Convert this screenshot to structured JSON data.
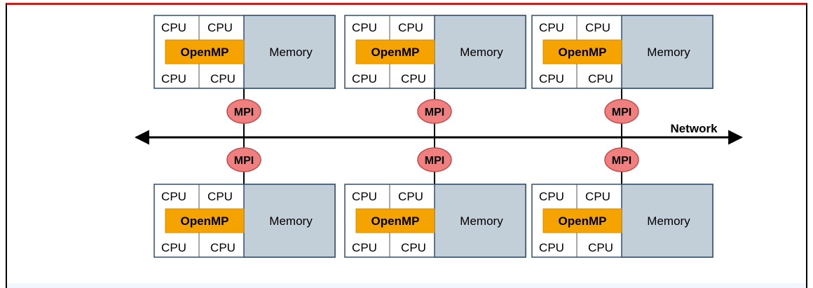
{
  "colors": {
    "openmp_fill": "#f5a300",
    "openmp_stroke": "#d48c00",
    "memory_fill": "#c2ced8",
    "node_stroke": "#2f4f6f",
    "mpi_fill": "#f08080",
    "mpi_stroke": "#c0504d",
    "line": "#000000",
    "frame_top": "#c81e1e"
  },
  "labels": {
    "network": "Network",
    "mpi": "MPI",
    "openmp": "OpenMP",
    "memory": "Memory",
    "cpu": "CPU"
  },
  "nodes": [
    {
      "row": "top",
      "column": 1,
      "cpus": [
        "CPU",
        "CPU",
        "CPU",
        "CPU"
      ],
      "openmp": "OpenMP",
      "memory": "Memory",
      "mpi": "MPI"
    },
    {
      "row": "top",
      "column": 2,
      "cpus": [
        "CPU",
        "CPU",
        "CPU",
        "CPU"
      ],
      "openmp": "OpenMP",
      "memory": "Memory",
      "mpi": "MPI"
    },
    {
      "row": "top",
      "column": 3,
      "cpus": [
        "CPU",
        "CPU",
        "CPU",
        "CPU"
      ],
      "openmp": "OpenMP",
      "memory": "Memory",
      "mpi": "MPI"
    },
    {
      "row": "bottom",
      "column": 1,
      "cpus": [
        "CPU",
        "CPU",
        "CPU",
        "CPU"
      ],
      "openmp": "OpenMP",
      "memory": "Memory",
      "mpi": "MPI"
    },
    {
      "row": "bottom",
      "column": 2,
      "cpus": [
        "CPU",
        "CPU",
        "CPU",
        "CPU"
      ],
      "openmp": "OpenMP",
      "memory": "Memory",
      "mpi": "MPI"
    },
    {
      "row": "bottom",
      "column": 3,
      "cpus": [
        "CPU",
        "CPU",
        "CPU",
        "CPU"
      ],
      "openmp": "OpenMP",
      "memory": "Memory",
      "mpi": "MPI"
    }
  ]
}
